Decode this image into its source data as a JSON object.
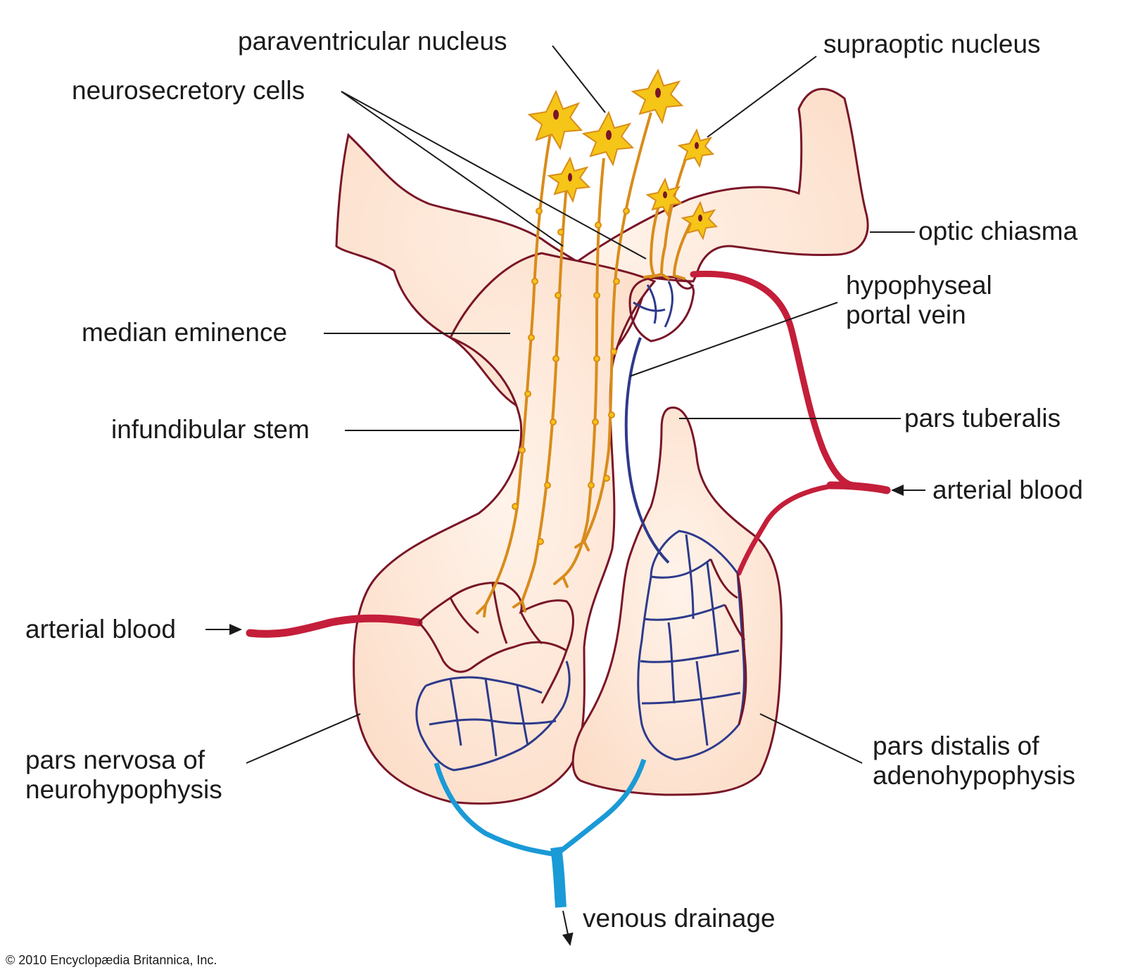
{
  "labels": {
    "paraventricular_nucleus": "paraventricular nucleus",
    "supraoptic_nucleus": "supraoptic nucleus",
    "neurosecretory_cells": "neurosecretory cells",
    "optic_chiasma": "optic chiasma",
    "hypophyseal_portal_vein_1": "hypophyseal",
    "hypophyseal_portal_vein_2": "portal vein",
    "median_eminence": "median eminence",
    "infundibular_stem": "infundibular stem",
    "pars_tuberalis": "pars tuberalis",
    "arterial_blood_right": "arterial blood",
    "arterial_blood_left": "arterial blood",
    "pars_nervosa_1": "pars nervosa of",
    "pars_nervosa_2": "neurohypophysis",
    "pars_distalis_1": "pars distalis of",
    "pars_distalis_2": "adenohypophysis",
    "venous_drainage": "venous drainage"
  },
  "copyright": "© 2010 Encyclopædia Britannica, Inc.",
  "colors": {
    "tissue_fill": "#fde3d0",
    "tissue_outline": "#7a1528",
    "artery": "#c41e3a",
    "vein": "#2d3a8c",
    "vein_trunk": "#1a9ad6",
    "neuron": "#f5c518",
    "axon": "#d98c1a",
    "leader_line": "#1a1a1a"
  }
}
